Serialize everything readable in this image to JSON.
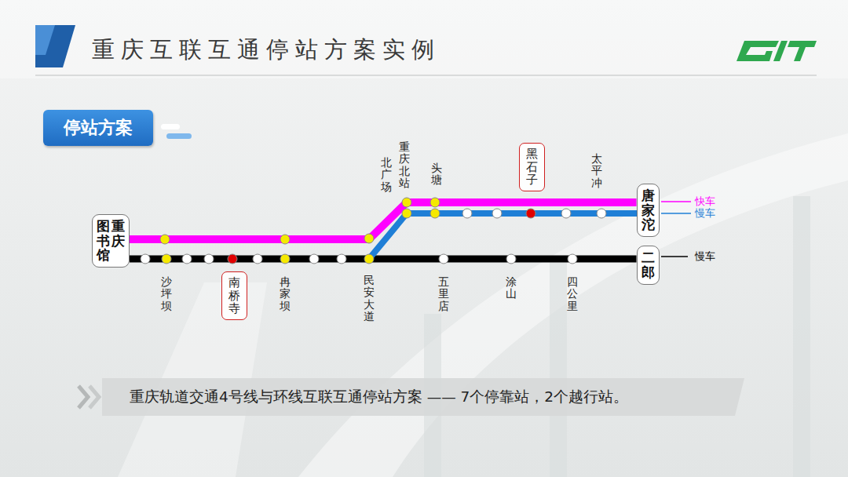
{
  "diagram": {
    "title": "重庆互联互通停站方案实例",
    "caption": "重庆轨道交通4号线与环线互联互通停站方案 —— 7个停靠站，2个越行站。",
    "nodes": [
      {
        "text": [
          "停站方案"
        ]
      },
      {
        "text": [
          "重庆",
          "图书馆"
        ]
      },
      {
        "text": [
          "南桥寺"
        ]
      },
      {
        "text": [
          "黑石子"
        ]
      },
      {
        "text": [
          "唐家沱"
        ]
      },
      {
        "text": [
          "二郎"
        ]
      }
    ],
    "edges": [
      {
        "from": 1,
        "to": 4,
        "arrow": "none"
      },
      {
        "from": 1,
        "to": 5,
        "arrow": "none"
      }
    ],
    "labels": [
      "北广场",
      "重庆北站",
      "头塘",
      "太平冲",
      "沙坪坝",
      "冉家坝",
      "民安大道",
      "五里店",
      "涂山",
      "四公里"
    ],
    "legend": [
      {
        "text": "快车",
        "color": "#ff00ff"
      },
      {
        "text": "慢车",
        "color": "#1f7fd6"
      },
      {
        "text": "慢车",
        "color": "#000000"
      }
    ]
  }
}
